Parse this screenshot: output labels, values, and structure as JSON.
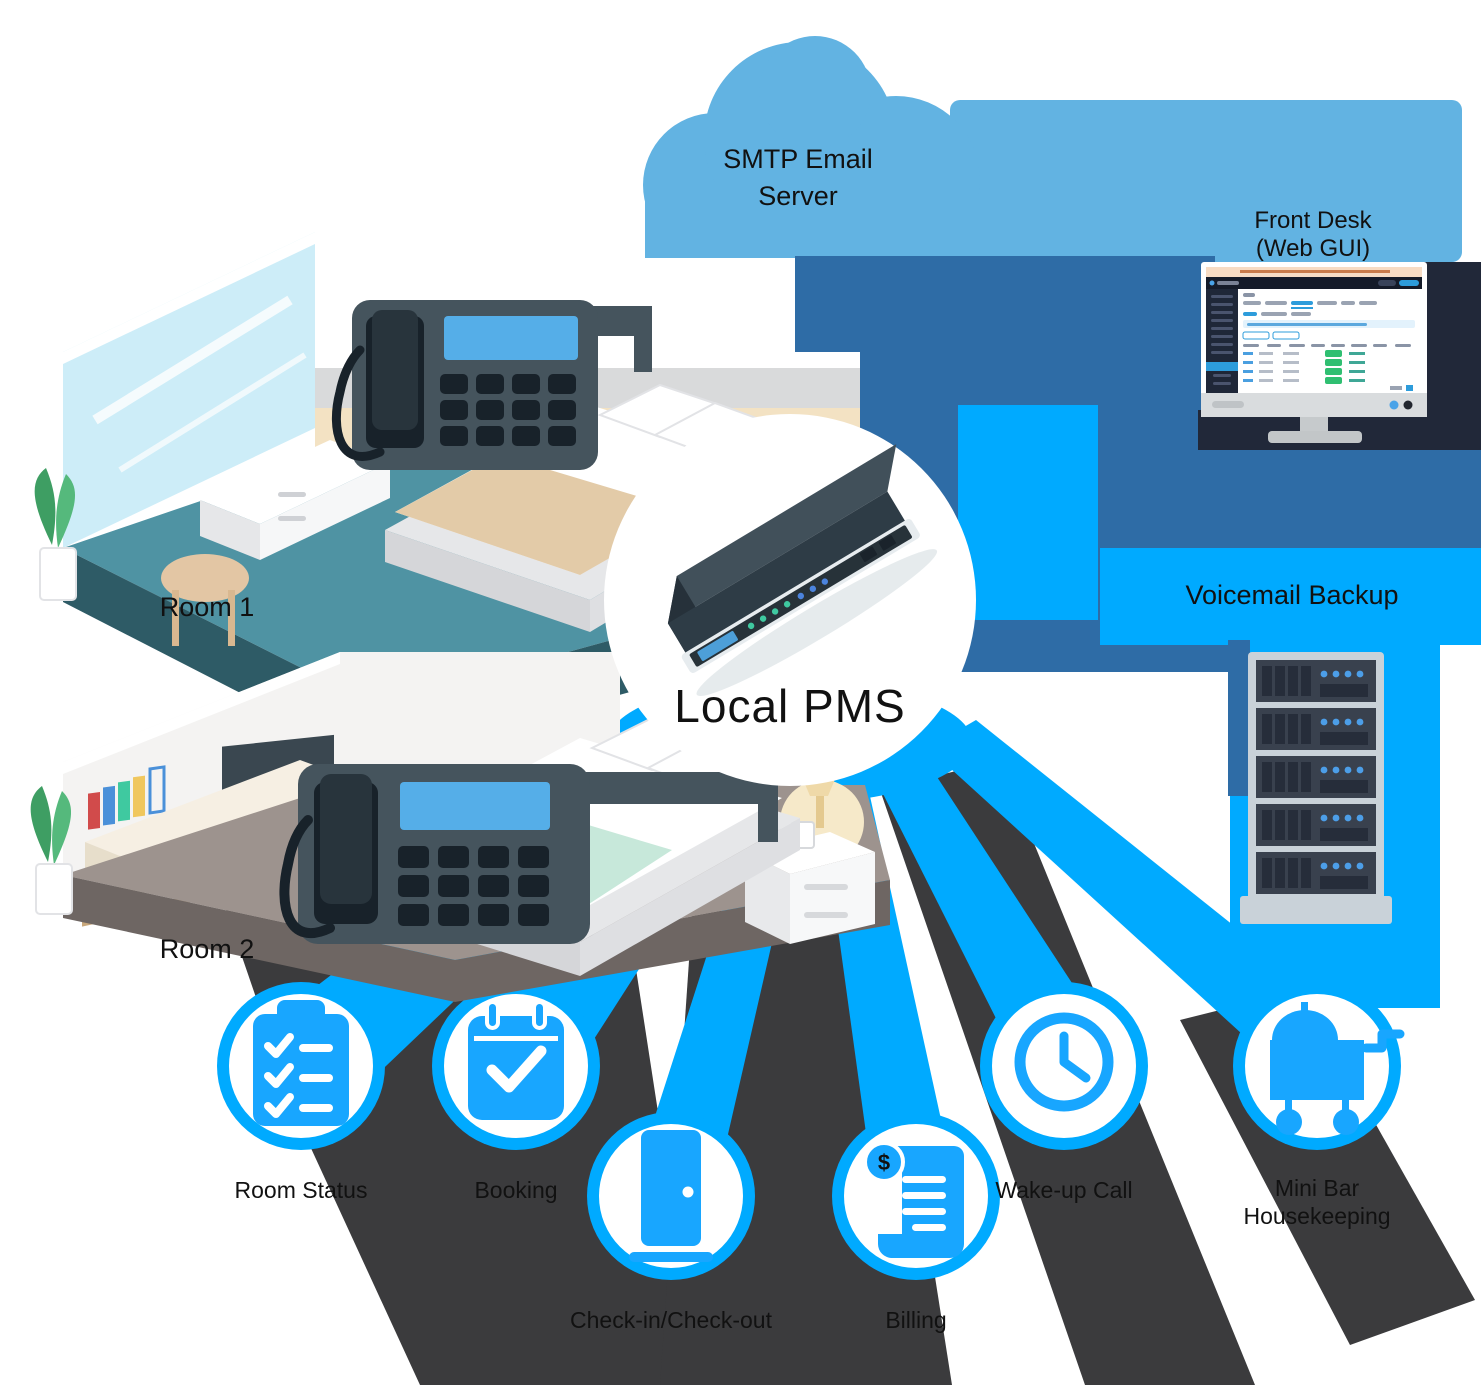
{
  "diagram_title": "Local PMS hotel telephony integration diagram",
  "colors": {
    "light_blue": "#62B3E2",
    "steel_blue": "#2E6CA6",
    "bright_blue": "#00AAFF",
    "shadow_gray": "#3B3B3D",
    "navy": "#212839",
    "device_slate": "#2E3C46",
    "icon_blue": "#18A6FF",
    "green_badge": "#2FBF71"
  },
  "cloud": {
    "label_line1": "SMTP Email",
    "label_line2": "Server"
  },
  "front_desk": {
    "label_line1": "Front Desk",
    "label_line2": "(Web GUI)"
  },
  "voicemail": {
    "label": "Voicemail Backup"
  },
  "rooms": {
    "room1_label": "Room 1",
    "room2_label": "Room 2"
  },
  "center": {
    "label": "Local PMS"
  },
  "features": {
    "room_status": "Room Status",
    "booking": "Booking",
    "check_in_out": "Check-in/Check-out",
    "billing": "Billing",
    "wake_up_call": "Wake-up Call",
    "minibar_line1": "Mini Bar",
    "minibar_line2": "Housekeeping"
  }
}
